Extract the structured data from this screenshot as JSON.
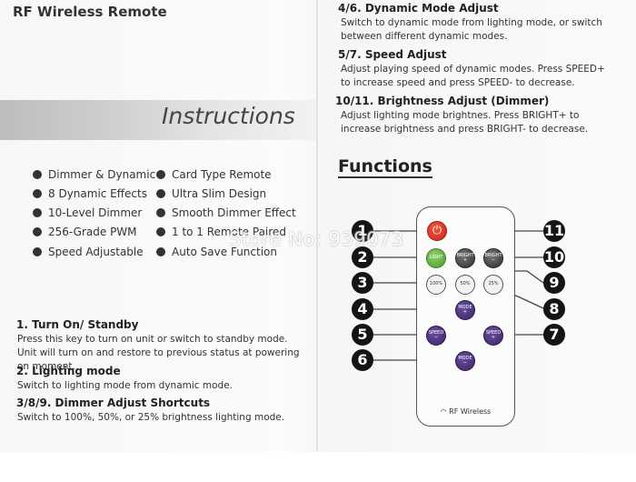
{
  "left_panel": {
    "title": "RF Wireless Remote",
    "heading": "Instructions",
    "features_left": [
      "Dimmer & Dynamic",
      "8 Dynamic Effects",
      "10-Level Dimmer",
      "256-Grade PWM",
      "Speed Adjustable"
    ],
    "features_right": [
      "Card Type Remote",
      "Ultra Slim Design",
      "Smooth Dimmer Effect",
      "1 to 1 Remote Paired",
      "Auto Save Function"
    ],
    "sections": [
      {
        "title": "1. Turn On/ Standby",
        "body": "Press this key to turn on unit or switch to standby mode. Unit will turn on and restore to previous status at powering on moment."
      },
      {
        "title": "2. Lighting mode",
        "body": "Switch to lighting  mode from dynamic mode."
      },
      {
        "title": "3/8/9. Dimmer Adjust Shortcuts",
        "body": "Switch to 100%, 50%, or 25%  brightness lighting mode."
      }
    ]
  },
  "right_panel": {
    "sections": [
      {
        "title": "4/6. Dynamic Mode Adjust",
        "body": "Switch to dynamic mode from lighting mode, or switch between different dynamic modes."
      },
      {
        "title": "5/7. Speed Adjust",
        "body": "Adjust playing speed of dynamic modes. Press SPEED+ to increase speed and press SPEED- to decrease."
      },
      {
        "title": "10/11. Brightness Adjust (Dimmer)",
        "body": "Adjust lighting mode brightnes. Press BRIGHT+ to increase brightness and press BRIGHT- to decrease."
      }
    ],
    "functions_heading": "Functions"
  },
  "remote": {
    "power_glyph": "⏻",
    "buttons": {
      "light": "LIGHT",
      "bright_plus": "BRIGHT +",
      "bright_minus": "BRIGHT −",
      "p100": "100%",
      "p50": "50%",
      "p25": "25%",
      "mode_plus": "MODE +",
      "speed_minus": "SPEED −",
      "speed_plus": "SPEED +",
      "mode_minus": "MODE −"
    },
    "rf_label": "RF Wireless",
    "callouts": [
      "1",
      "2",
      "3",
      "4",
      "5",
      "6",
      "7",
      "8",
      "9",
      "10",
      "11"
    ]
  },
  "watermark": "Store No: 939073"
}
